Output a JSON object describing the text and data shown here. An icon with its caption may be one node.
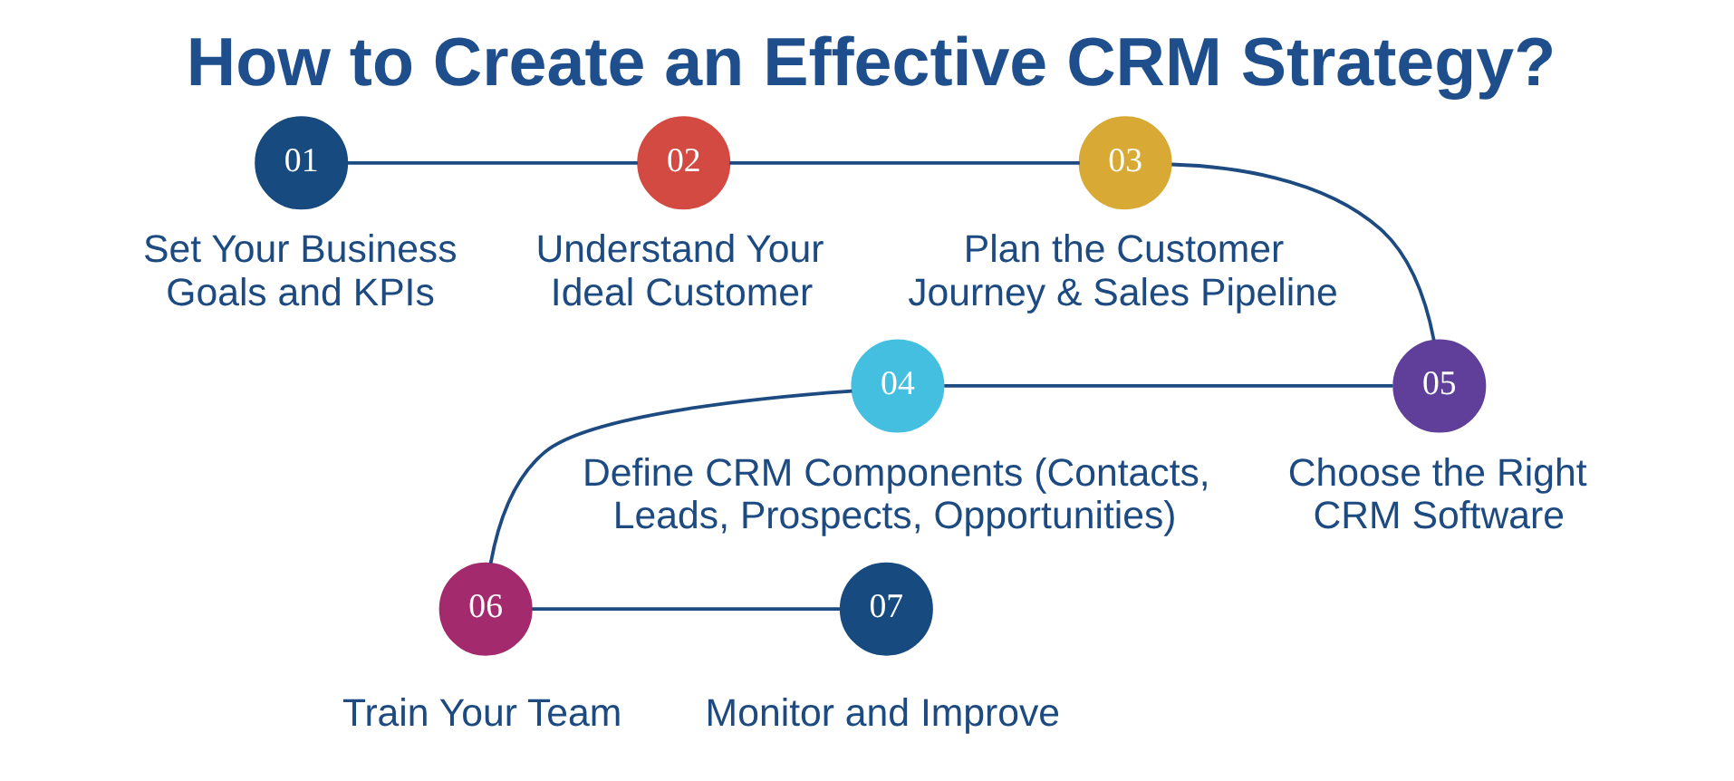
{
  "diagram": {
    "title": "How to Create an Effective CRM Strategy?",
    "nodes": [
      {
        "text": [
          "01"
        ],
        "beside": [
          "Set Your Business Goals and KPIs"
        ]
      },
      {
        "text": [
          "02"
        ],
        "beside": [
          "Understand Your Ideal Customer"
        ]
      },
      {
        "text": [
          "03"
        ],
        "beside": [
          "Plan the Customer Journey & Sales Pipeline"
        ]
      },
      {
        "text": [
          "04"
        ],
        "beside": [
          "Define CRM Components (Contacts, Leads, Prospects, Opportunities)"
        ]
      },
      {
        "text": [
          "05"
        ],
        "beside": [
          "Choose the Right CRM Software"
        ]
      },
      {
        "text": [
          "06"
        ],
        "beside": [
          "Train Your Team"
        ]
      },
      {
        "text": [
          "07"
        ],
        "beside": [
          "Monitor and Improve"
        ]
      }
    ],
    "edges": [
      {
        "from": 0,
        "to": 1,
        "arrow": "none"
      },
      {
        "from": 1,
        "to": 2,
        "arrow": "none"
      },
      {
        "from": 2,
        "to": 4,
        "arrow": "none"
      },
      {
        "from": 3,
        "to": 4,
        "arrow": "none"
      },
      {
        "from": 3,
        "to": 5,
        "arrow": "none"
      },
      {
        "from": 5,
        "to": 6,
        "arrow": "none"
      }
    ]
  }
}
